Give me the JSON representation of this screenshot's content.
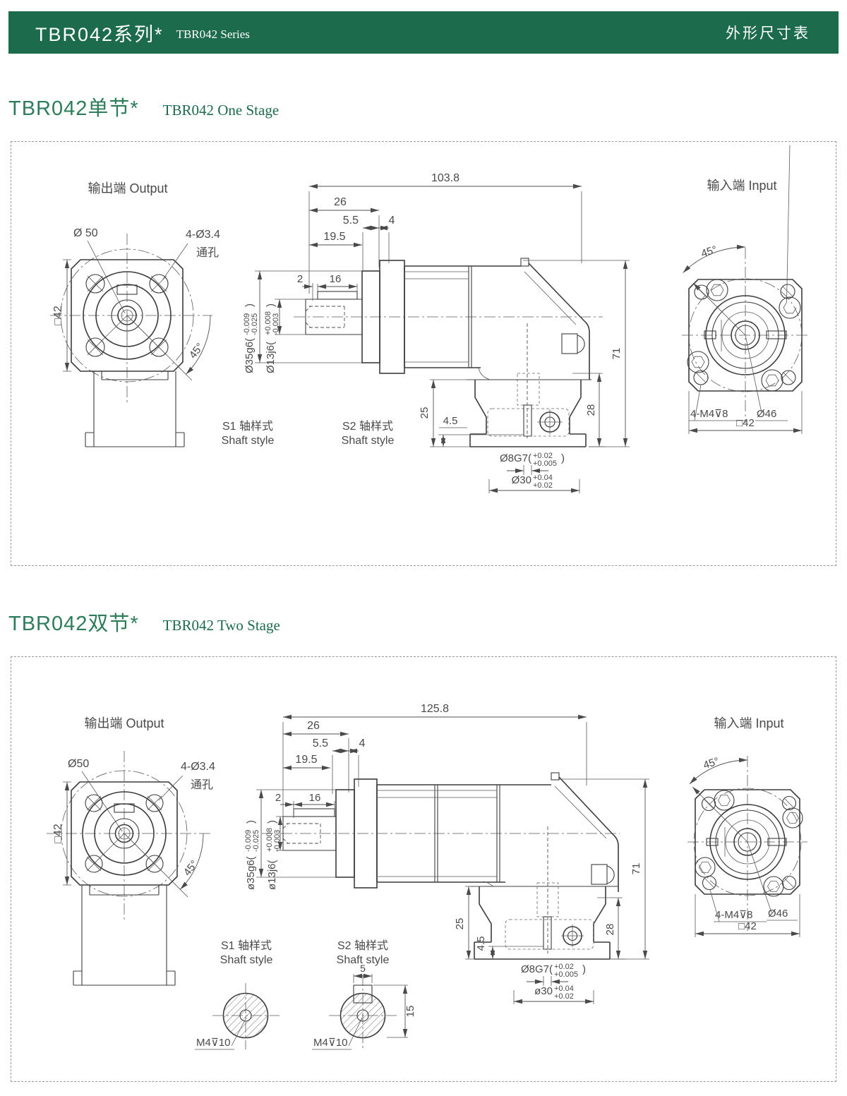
{
  "header": {
    "title_zh": "TBR042系列*",
    "title_en": "TBR042 Series",
    "right": "外形尺寸表"
  },
  "colors": {
    "header_green": "#1d6b4d",
    "title_green": "#2e7d5a",
    "line": "#3c3c3c",
    "text": "#4a4a4a"
  },
  "one": {
    "heading_zh": "TBR042单节*",
    "heading_en": "TBR042 One Stage",
    "output": {
      "label": "输出端  Output",
      "dia": "Ø 50",
      "holes": "4-Ø3.4",
      "holes2": "通孔",
      "square": "□42",
      "angle": "45°"
    },
    "side": {
      "total": "103.8",
      "d26": "26",
      "d55": "5.5",
      "d4": "4",
      "d195": "19.5",
      "d2": "2",
      "d16": "16",
      "d25": "25",
      "d45": "4.5",
      "d28": "28",
      "d71": "71",
      "tol35": {
        "base": "Ø35g6(",
        "upper": "-0.009",
        "lower": "-0.025",
        "close": ")"
      },
      "tol13": {
        "base": "Ø13j6(",
        "upper": "+0.008",
        "lower": "-0.003",
        "close": ")"
      },
      "tol8": {
        "base": "Ø8G7(",
        "upper": "+0.02",
        "lower": "+0.005",
        "close": ")"
      },
      "tol30": {
        "base": "Ø30",
        "upper": "+0.04",
        "lower": "+0.02"
      },
      "s1_zh": "S1 轴样式",
      "s1_en": "Shaft style",
      "s2_zh": "S2 轴样式",
      "s2_en": "Shaft style"
    },
    "input": {
      "label": "输入端  Input",
      "angle": "45°",
      "screws": "4-M4⊽8",
      "dia": "Ø46",
      "square": "□42"
    }
  },
  "two": {
    "heading_zh": "TBR042双节*",
    "heading_en": "TBR042 Two Stage",
    "output": {
      "label": "输出端  Output",
      "dia": "Ø50",
      "holes": "4-Ø3.4",
      "holes2": "通孔",
      "square": "□42",
      "angle": "45°"
    },
    "side": {
      "total": "125.8",
      "d26": "26",
      "d55": "5.5",
      "d4": "4",
      "d195": "19.5",
      "d2": "2",
      "d16": "16",
      "d25": "25",
      "d45": "4.5",
      "d28": "28",
      "d71": "71",
      "tol35": {
        "base": "ø35g6(",
        "upper": "-0.009",
        "lower": "-0.025",
        "close": ")"
      },
      "tol13": {
        "base": "ø13j6(",
        "upper": "+0.008",
        "lower": "-0.003",
        "close": ")"
      },
      "tol8": {
        "base": "Ø8G7(",
        "upper": "+0.02",
        "lower": "+0.005",
        "close": ")"
      },
      "tol30": {
        "base": "ø30",
        "upper": "+0.04",
        "lower": "+0.02"
      }
    },
    "input": {
      "label": "输入端  Input",
      "angle": "45°",
      "screws": "4-M4⊽8",
      "dia": "Ø46",
      "square": "□42"
    },
    "shafts": {
      "s1_zh": "S1 轴样式",
      "s1_en": "Shaft style",
      "s2_zh": "S2 轴样式",
      "s2_en": "Shaft style",
      "m4_s1": "M4⊽10",
      "m4_s2": "M4⊽10",
      "key_w": "5",
      "key_h": "15"
    }
  }
}
